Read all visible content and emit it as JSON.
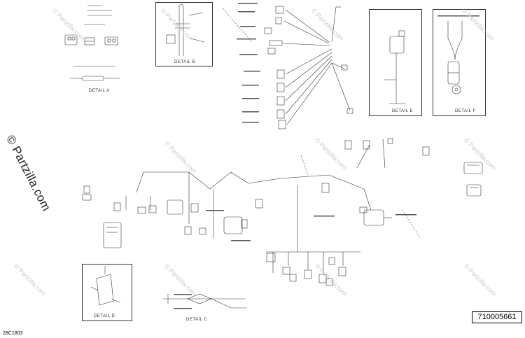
{
  "watermark": {
    "brand": "© Partzilla.com"
  },
  "details": {
    "a": "DETAIL A",
    "b": "DETAIL B",
    "c": "DETAIL C",
    "d": "DETAIL D",
    "e": "DETAIL E",
    "f": "DETAIL F"
  },
  "part_number": "710005661",
  "reference_code": "28C1803",
  "colors": {
    "line": "#333333",
    "watermark": "#c9c9c9",
    "background": "#ffffff"
  }
}
